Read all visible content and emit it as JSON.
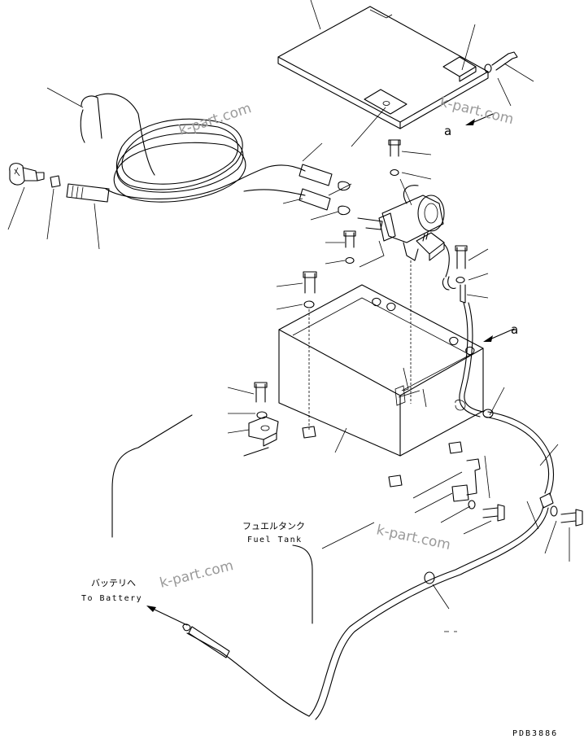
{
  "watermark": "k-part.com",
  "labels": {
    "fuel_tank_jp": "フュエルタンク",
    "fuel_tank_en": "Fuel Tank",
    "battery_jp": "バッテリへ",
    "battery_en": "To Battery",
    "view_ref_1": "a",
    "view_ref_2": "a",
    "drawing_code": "PDB3886"
  }
}
